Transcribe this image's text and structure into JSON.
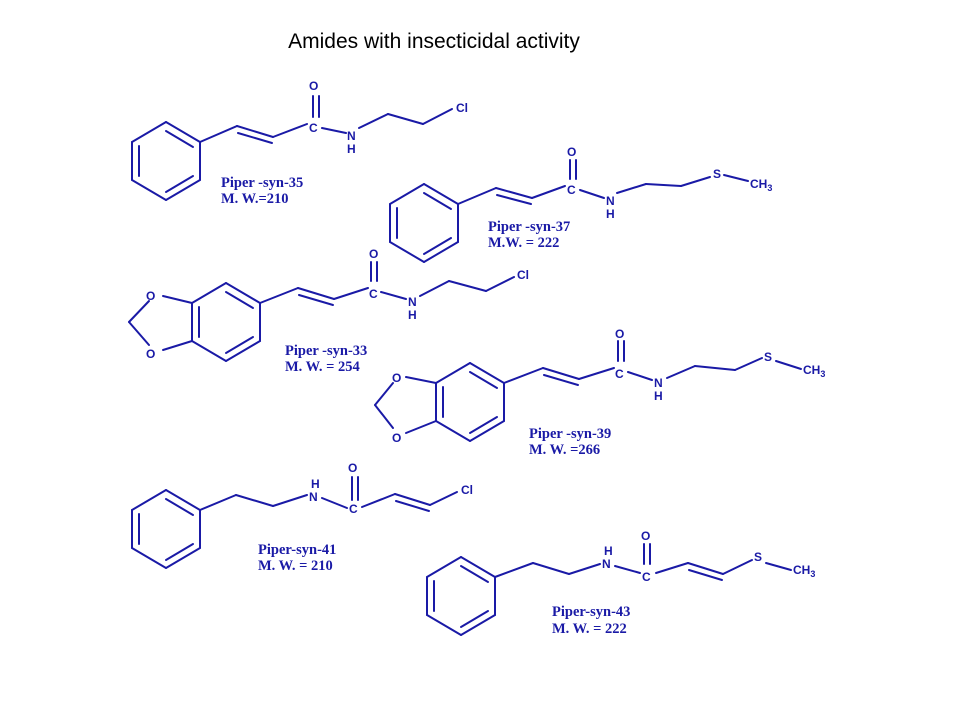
{
  "title": "Amides with insecticidal activity",
  "colors": {
    "structure": "#1a1aa6",
    "title": "#000000",
    "background": "#ffffff"
  },
  "compounds": [
    {
      "name": "Piper -syn-35",
      "mw": "M. W.=210",
      "atoms": {
        "o": "O",
        "c": "C",
        "n": "N",
        "h": "H",
        "cl": "Cl"
      }
    },
    {
      "name": "Piper -syn-37",
      "mw": "M.W. = 222",
      "atoms": {
        "o": "O",
        "c": "C",
        "n": "N",
        "h": "H",
        "s": "S",
        "ch3": "CH",
        "sub": "3"
      }
    },
    {
      "name": "Piper -syn-33",
      "mw": "M. W. = 254",
      "atoms": {
        "o": "O",
        "c": "C",
        "n": "N",
        "h": "H",
        "cl": "Cl",
        "ring_o1": "O",
        "ring_o2": "O"
      }
    },
    {
      "name": "Piper -syn-39",
      "mw": "M. W. =266",
      "atoms": {
        "o": "O",
        "c": "C",
        "n": "N",
        "h": "H",
        "s": "S",
        "ch3": "CH",
        "sub": "3",
        "ring_o1": "O",
        "ring_o2": "O"
      }
    },
    {
      "name": "Piper-syn-41",
      "mw": "M. W. = 210",
      "atoms": {
        "o": "O",
        "c": "C",
        "n": "N",
        "h": "H",
        "cl": "Cl"
      }
    },
    {
      "name": "Piper-syn-43",
      "mw": "M. W. = 222",
      "atoms": {
        "o": "O",
        "c": "C",
        "n": "N",
        "h": "H",
        "s": "S",
        "ch3": "CH",
        "sub": "3"
      }
    }
  ]
}
